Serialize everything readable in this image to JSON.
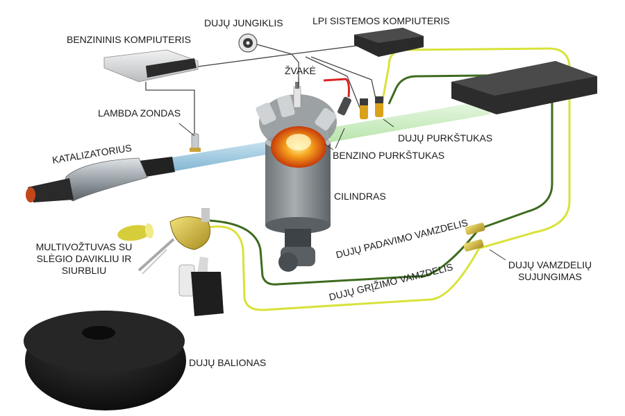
{
  "labels": {
    "benzin_ecu": "BENZININIS KOMPIUTERIS",
    "gas_switch": "DUJŲ JUNGIKLIS",
    "lpi_ecu": "LPI SISTEMOS KOMPIUTERIS",
    "spark": "ŽVAKĖ",
    "lambda": "LAMBDA ZONDAS",
    "gas_injector": "DUJŲ PURKŠTUKAS",
    "catalyst": "KATALIZATORIUS",
    "petrol_injector": "BENZINO PURKŠTUKAS",
    "cylinder": "CILINDRAS",
    "multivalve_l1": "MULTIVOŽTUVAS SU",
    "multivalve_l2": "SLĖGIO DAVIKLIU IR",
    "multivalve_l3": "SIURBLIU",
    "supply_pipe": "DUJŲ PADAVIMO VAMZDELIS",
    "return_pipe": "DUJŲ GRĮŽIMO VAMZDELIS",
    "connector_l1": "DUJŲ VAMZDELIŲ",
    "connector_l2": "SUJUNGIMAS",
    "tank": "DUJŲ BALIONAS"
  },
  "colors": {
    "supply_pipe": "#3d6b1e",
    "return_pipe": "#d9e23a",
    "exhaust": "#a9cfe4",
    "intake": "#c8ecc0",
    "wire": "#444444",
    "tank": "#1a1a1a",
    "cylinder": "#8f9599",
    "flame": "#f07a10"
  },
  "icons": [
    "petrol-ecu-icon",
    "gas-switch-icon",
    "lpi-ecu-icon",
    "spark-plug-icon",
    "lambda-sensor-icon",
    "catalytic-converter-icon",
    "engine-cylinder-icon",
    "multivalve-pump-icon",
    "gas-tank-icon",
    "pipe-connector-icon",
    "air-filter-icon"
  ]
}
